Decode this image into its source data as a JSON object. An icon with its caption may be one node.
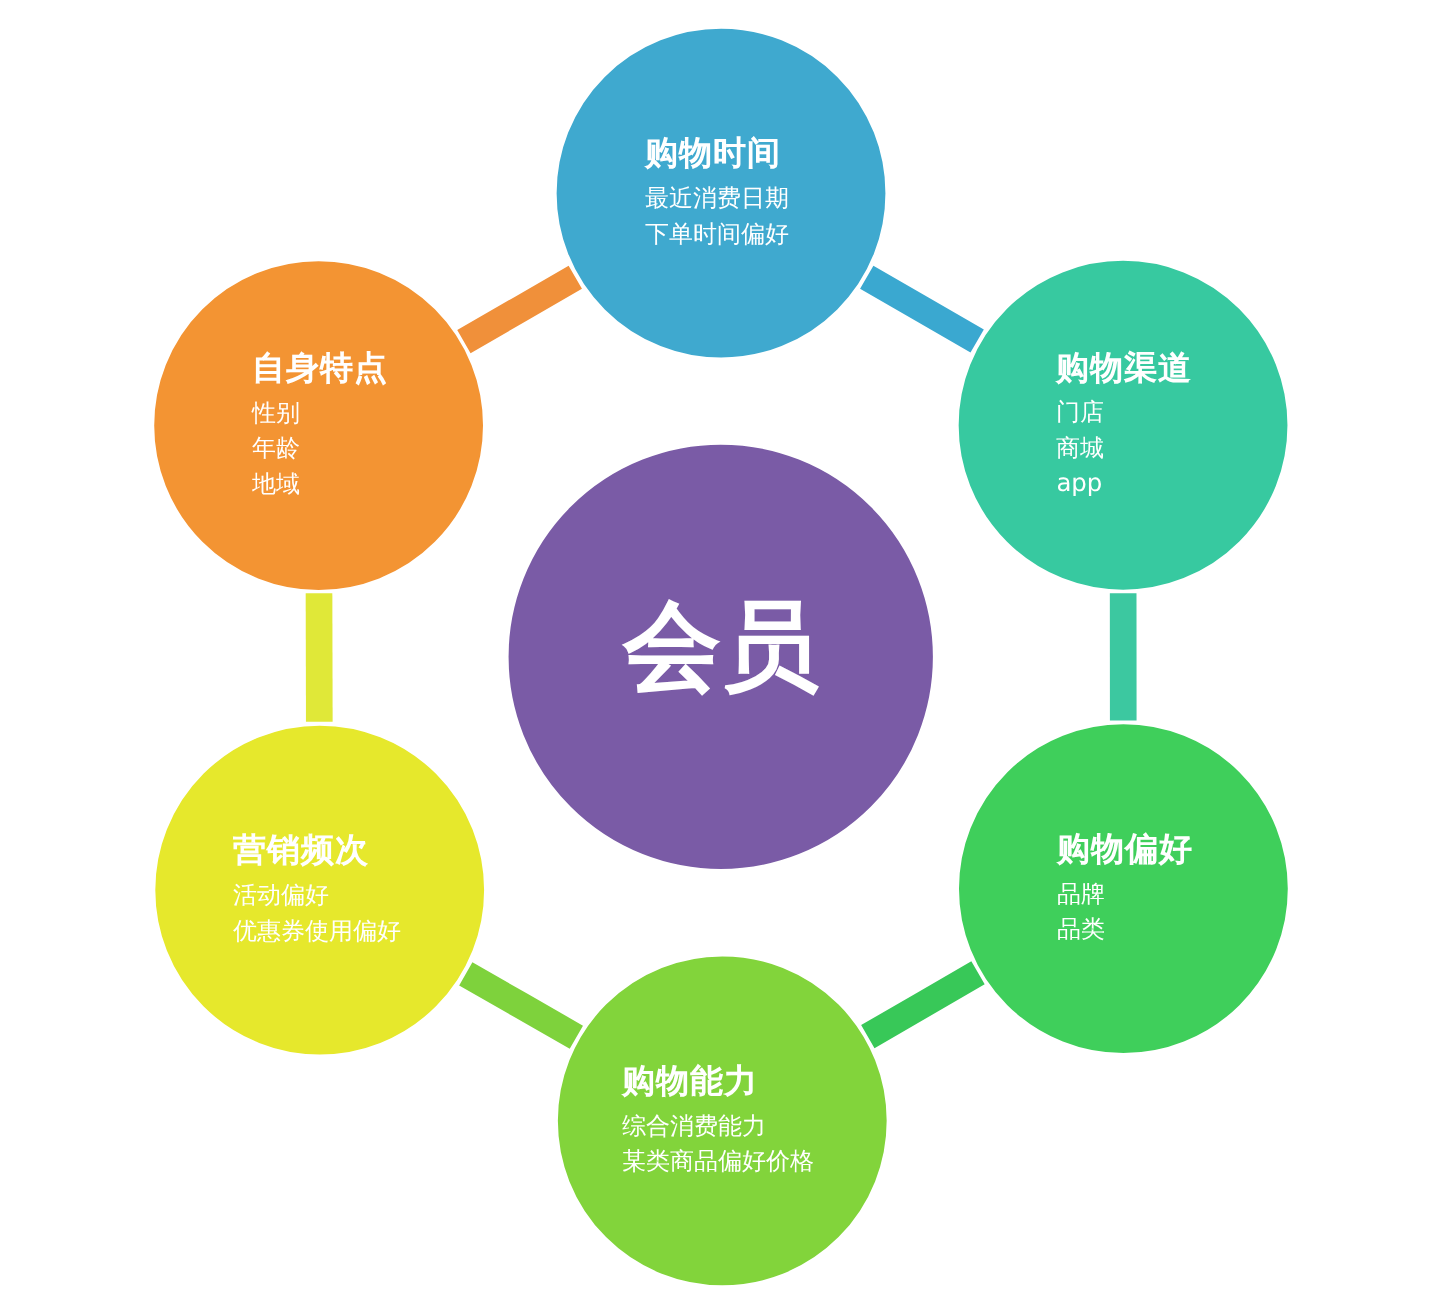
{
  "diagram": {
    "nodes": [
      {
        "text": [
          "购物时间",
          "最近消费日期",
          "下单时间偏好"
        ]
      },
      {
        "text": [
          "自身特点",
          "性别",
          "年龄",
          "地域"
        ]
      },
      {
        "text": [
          "购物渠道",
          "门店",
          "商城",
          "app"
        ]
      },
      {
        "text": [
          "会员"
        ]
      },
      {
        "text": [
          "营销频次",
          "活动偏好",
          "优惠券使用偏好"
        ]
      },
      {
        "text": [
          "购物偏好",
          "品牌",
          "品类"
        ]
      },
      {
        "text": [
          "购物能力",
          "综合消费能力",
          "某类商品偏好价格"
        ]
      }
    ],
    "edges": [
      {
        "from": 1,
        "to": 0,
        "arrow": "none",
        "color": "#f0903a"
      },
      {
        "from": 0,
        "to": 2,
        "arrow": "none",
        "color": "#3aa8d0"
      },
      {
        "from": 2,
        "to": 5,
        "arrow": "none",
        "color": "#3cc8a0"
      },
      {
        "from": 5,
        "to": 6,
        "arrow": "none",
        "color": "#38c858"
      },
      {
        "from": 6,
        "to": 4,
        "arrow": "none",
        "color": "#7ed23c"
      },
      {
        "from": 4,
        "to": 1,
        "arrow": "none",
        "color": "#e0e838"
      }
    ]
  }
}
